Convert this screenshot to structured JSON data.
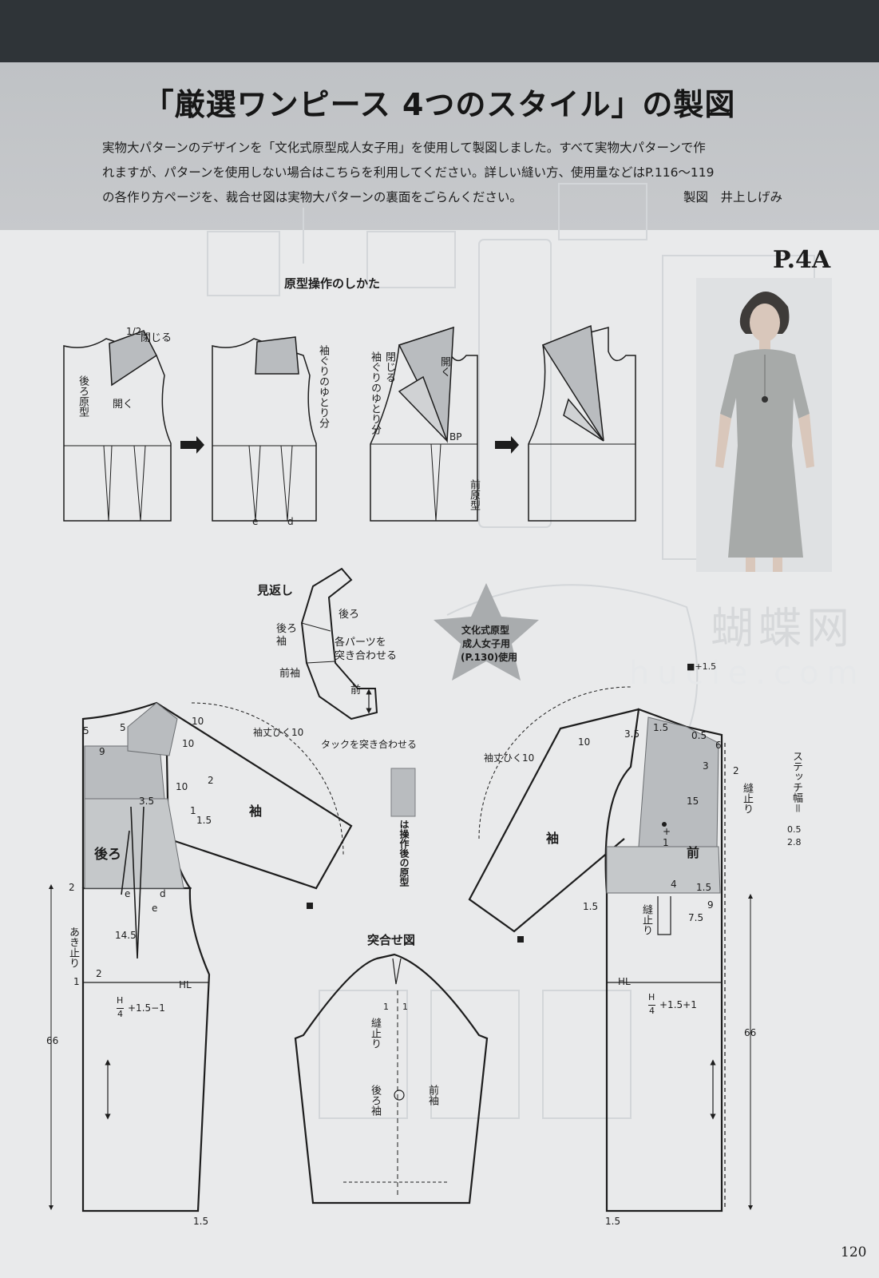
{
  "header": {
    "title": "「厳選ワンピース 4つのスタイル」の製図",
    "intro_lines": [
      "実物大パターンのデザインを「文化式原型成人女子用」を使用して製図しました。すべて実物大パターンで作",
      "れますが、パターンを使用しない場合はこちらを利用してください。詳しい縫い方、使用量などはP.116～119",
      "の各作り方ページを、裁合せ図は実物大パターンの裏面をごらんください。"
    ],
    "credit": "製図　井上しげみ"
  },
  "page_label": "P.4A",
  "section_manipulation": {
    "title": "原型操作のしかた",
    "labels": {
      "half": "1/2",
      "close": "閉じる",
      "back_block": "後ろ原型",
      "open": "開く",
      "armhole_ease": "袖ぐりのゆとり分",
      "close2": "閉じる",
      "armhole_ease2": "袖ぐりのゆとり分",
      "open2": "開く",
      "bp": "BP",
      "front_block": "前原型",
      "e": "e",
      "d": "d"
    }
  },
  "facing": {
    "title": "見返し",
    "labels": {
      "back": "後ろ",
      "back_sleeve": "後ろ袖",
      "front_sleeve": "前袖",
      "join_parts_1": "各パーツを",
      "join_parts_2": "突き合わせる",
      "front": "前",
      "join_tuck": "タックを突き合わせる"
    }
  },
  "star_badge": [
    "文化式原型",
    "成人女子用",
    "(P.130)使用"
  ],
  "legend": "は操作後の原型",
  "assembly": {
    "title": "突合せ図",
    "labels": {
      "stitch_stop": "縫止り",
      "back_sleeve": "後ろ袖",
      "front_sleeve": "前袖",
      "one_a": "1",
      "one_b": "1"
    }
  },
  "back_draft": {
    "labels": {
      "n5a": "5",
      "n5b": "5",
      "n10a": "10",
      "n10b": "10",
      "n9": "9",
      "n10c": "10",
      "n2": "2",
      "sleeve_length": "袖丈ひく10",
      "sleeve": "袖",
      "n35": "3.5",
      "n1": "1",
      "n15": "1.5",
      "back": "後ろ",
      "n2b": "2",
      "e1": "e",
      "d1": "d",
      "e2": "e",
      "n145": "14.5",
      "opening_stop": "あき止り",
      "n2c": "2",
      "n1b": "1",
      "hl": "HL",
      "hip_formula": "+1.5−1",
      "frac_h": "H",
      "frac_4": "4",
      "n66": "66",
      "n15b": "1.5"
    }
  },
  "front_draft": {
    "labels": {
      "top_formula": "■+1.5",
      "sleeve_length": "袖丈ひく10",
      "n35": "3.5",
      "n15a": "1.5",
      "n05": "0.5",
      "n6": "6",
      "n10": "10",
      "n3": "3",
      "n2": "2",
      "n15b": "15",
      "stitch_stop": "縫止り",
      "stitch_width": "ステッチ幅＝",
      "stitch_05": "0.5",
      "stitch_28": "2.8",
      "sleeve": "袖",
      "plus": "+",
      "n1": "1",
      "front": "前",
      "n4": "4",
      "n15c": "1.5",
      "n9": "9",
      "n75": "7.5",
      "stitch_stop2": "縫止り",
      "n15d": "1.5",
      "hl": "HL",
      "hip_formula": "+1.5+1",
      "frac_h": "H",
      "frac_4": "4",
      "n66": "66",
      "n15e": "1.5"
    }
  },
  "watermark": {
    "cn": "蝴蝶网",
    "url": "hucie.com"
  },
  "page_number": "120"
}
